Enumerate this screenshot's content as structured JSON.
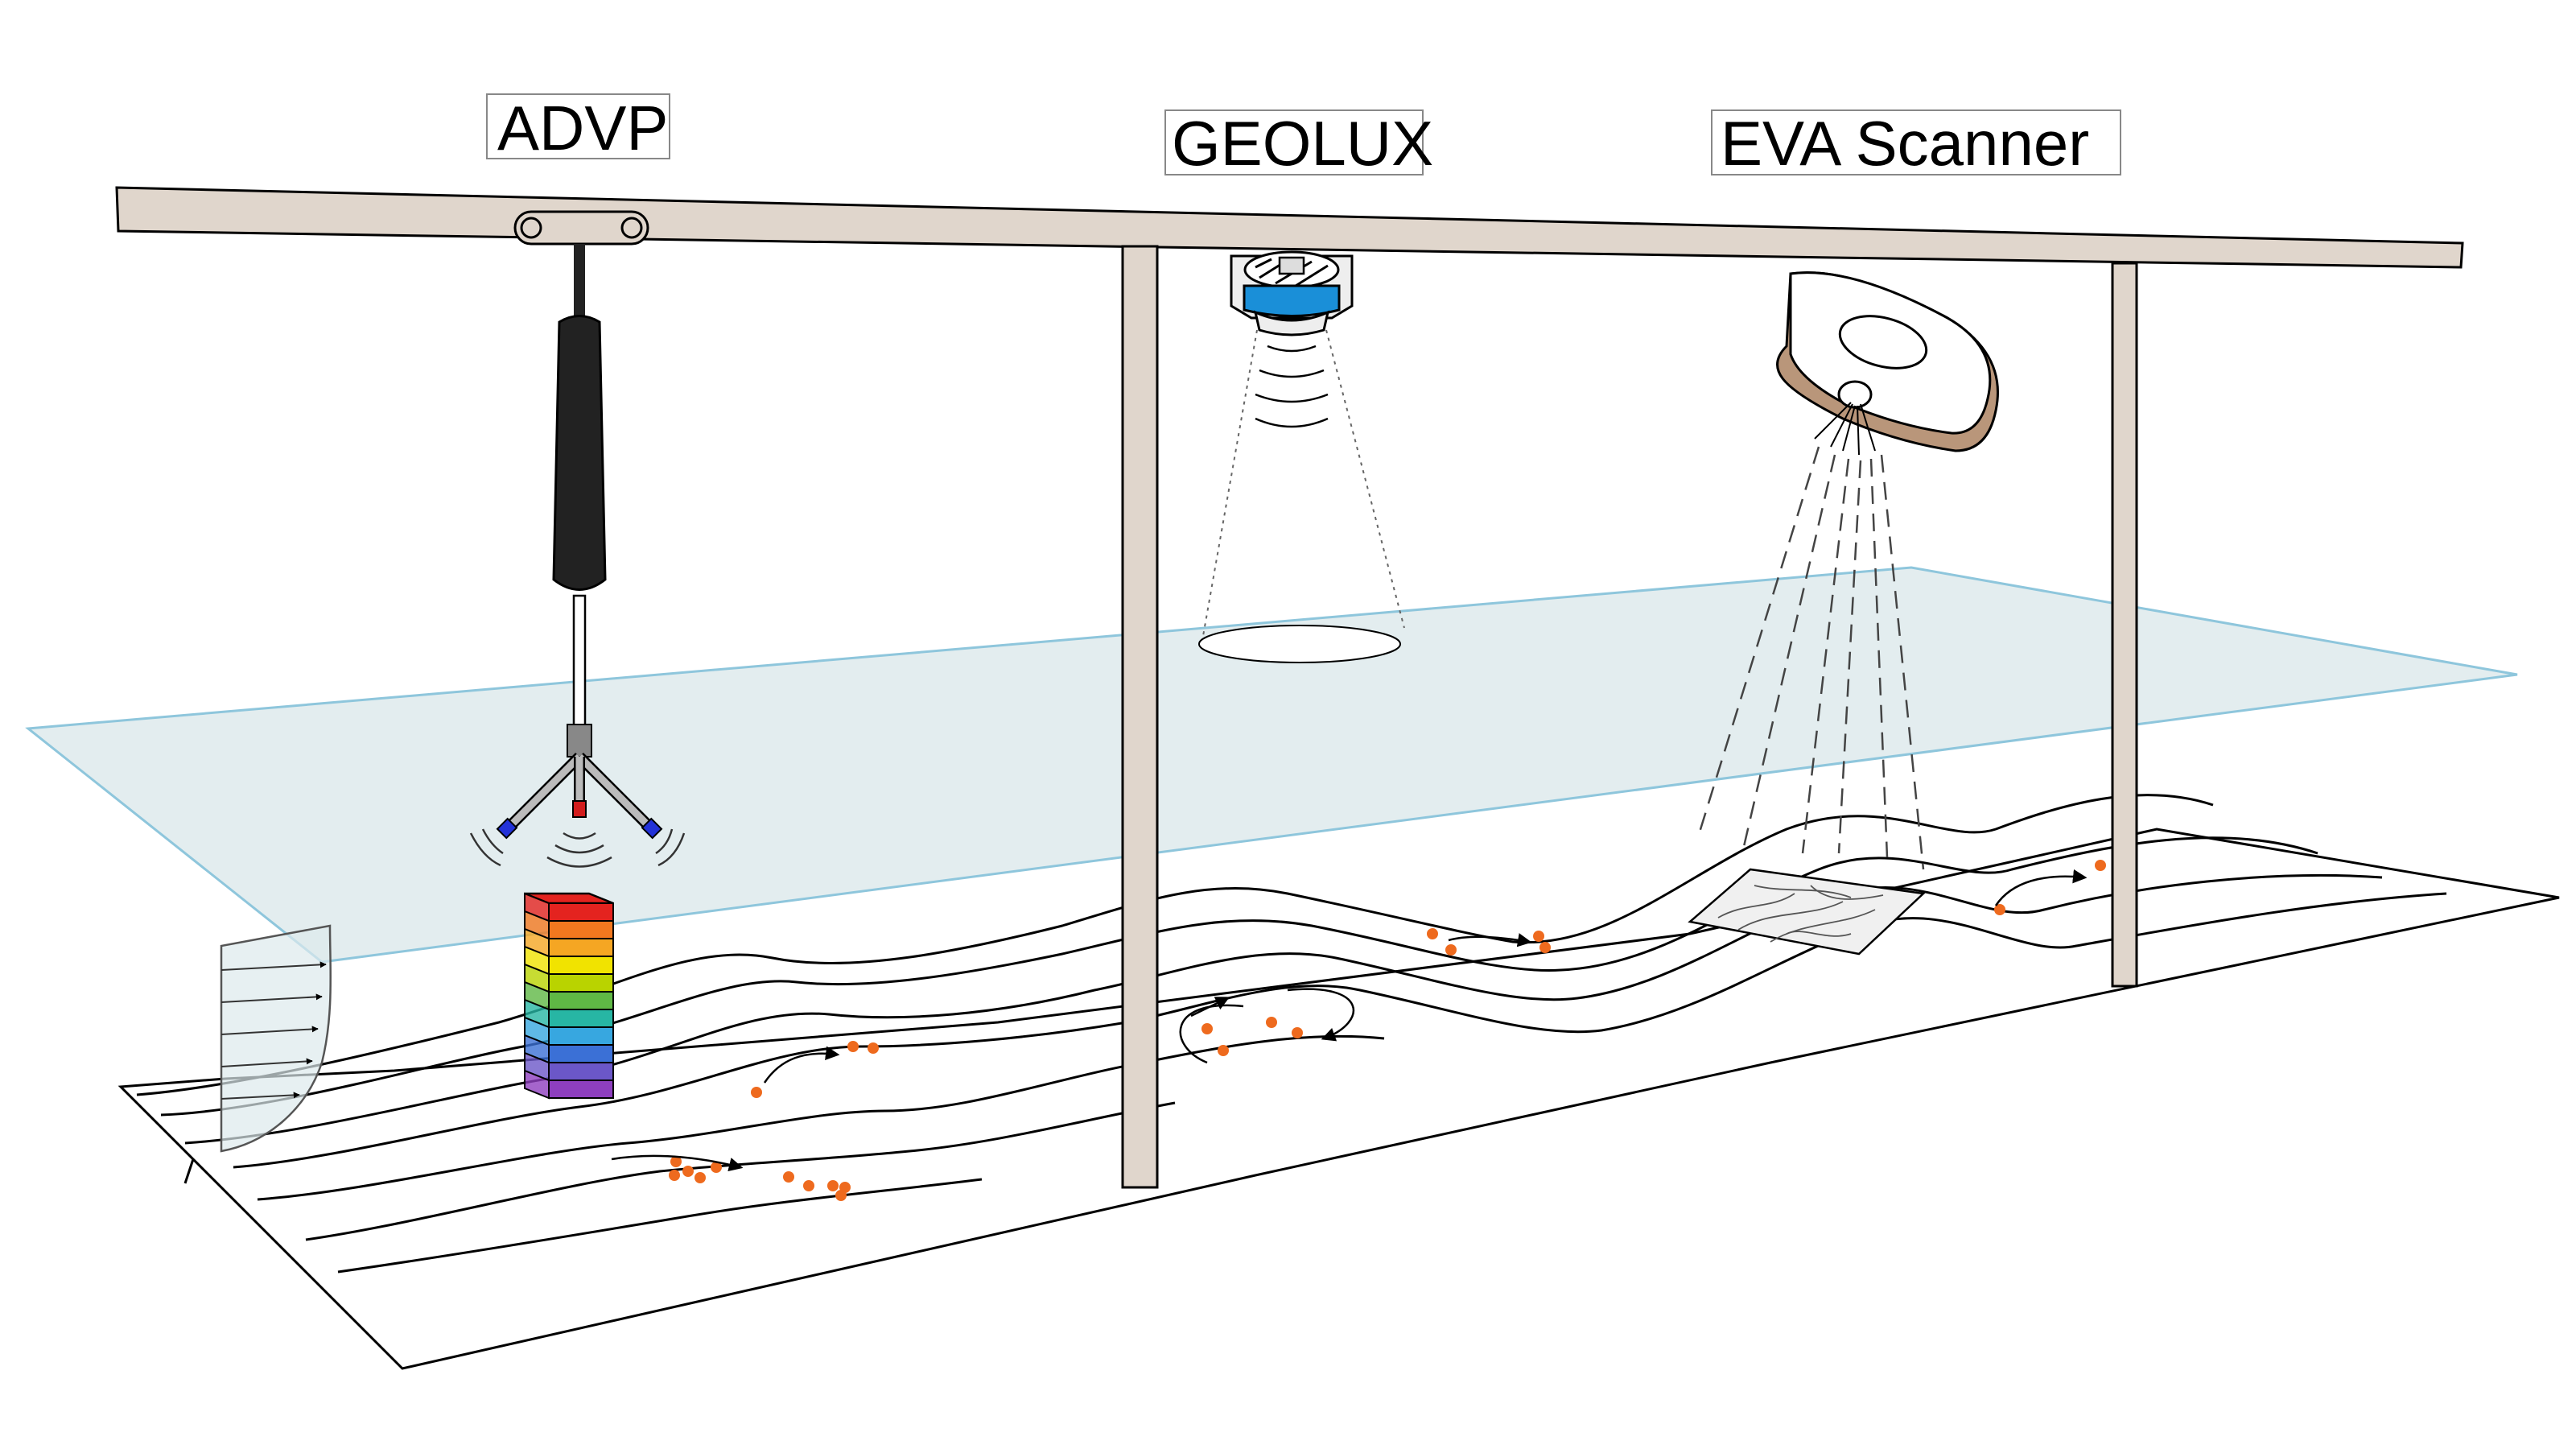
{
  "diagram": {
    "labels": {
      "advp": "ADVP",
      "geolux": "GEOLUX",
      "eva": "EVA  Scanner"
    },
    "instruments": [
      {
        "name": "ADVP",
        "icon": "advp-probe-icon"
      },
      {
        "name": "GEOLUX",
        "icon": "radar-sensor-icon"
      },
      {
        "name": "EVA Scanner",
        "icon": "laser-scanner-icon"
      }
    ],
    "colors": {
      "frame": "#e0d6cc",
      "water": "#dde9ec",
      "water_edge": "#8ec6dc",
      "sediment": "#ee6a1e",
      "geolux_blue": "#1a8fd8",
      "eva_brown": "#b9967a",
      "advp_body": "#222222",
      "bins": [
        "#e4231f",
        "#f2781f",
        "#f5a623",
        "#f1e300",
        "#b9d300",
        "#5fb845",
        "#27b6a4",
        "#37a7e0",
        "#3b70d6",
        "#6b57c8",
        "#8e3fbf"
      ]
    }
  }
}
